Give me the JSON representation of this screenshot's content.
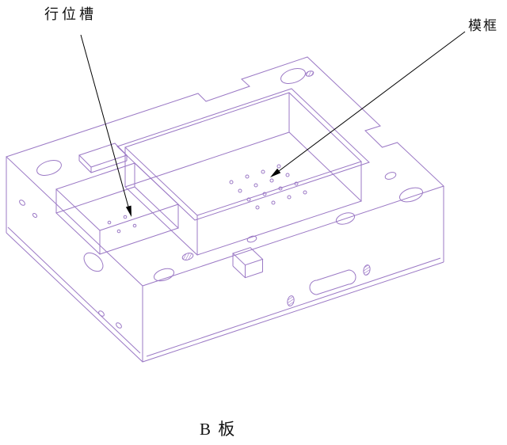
{
  "diagram": {
    "type": "isometric-cad-wireframe",
    "caption": "B 板",
    "annotations": [
      {
        "text": "行位槽",
        "points_to": "slider-slot-pocket"
      },
      {
        "text": "模框",
        "points_to": "mold-frame-pocket"
      }
    ],
    "colors": {
      "wireframe": "#9b79c5",
      "hatch": "#8d5fc0",
      "arrow": "#000000",
      "label_text": "#111111",
      "background": "#ffffff"
    }
  }
}
